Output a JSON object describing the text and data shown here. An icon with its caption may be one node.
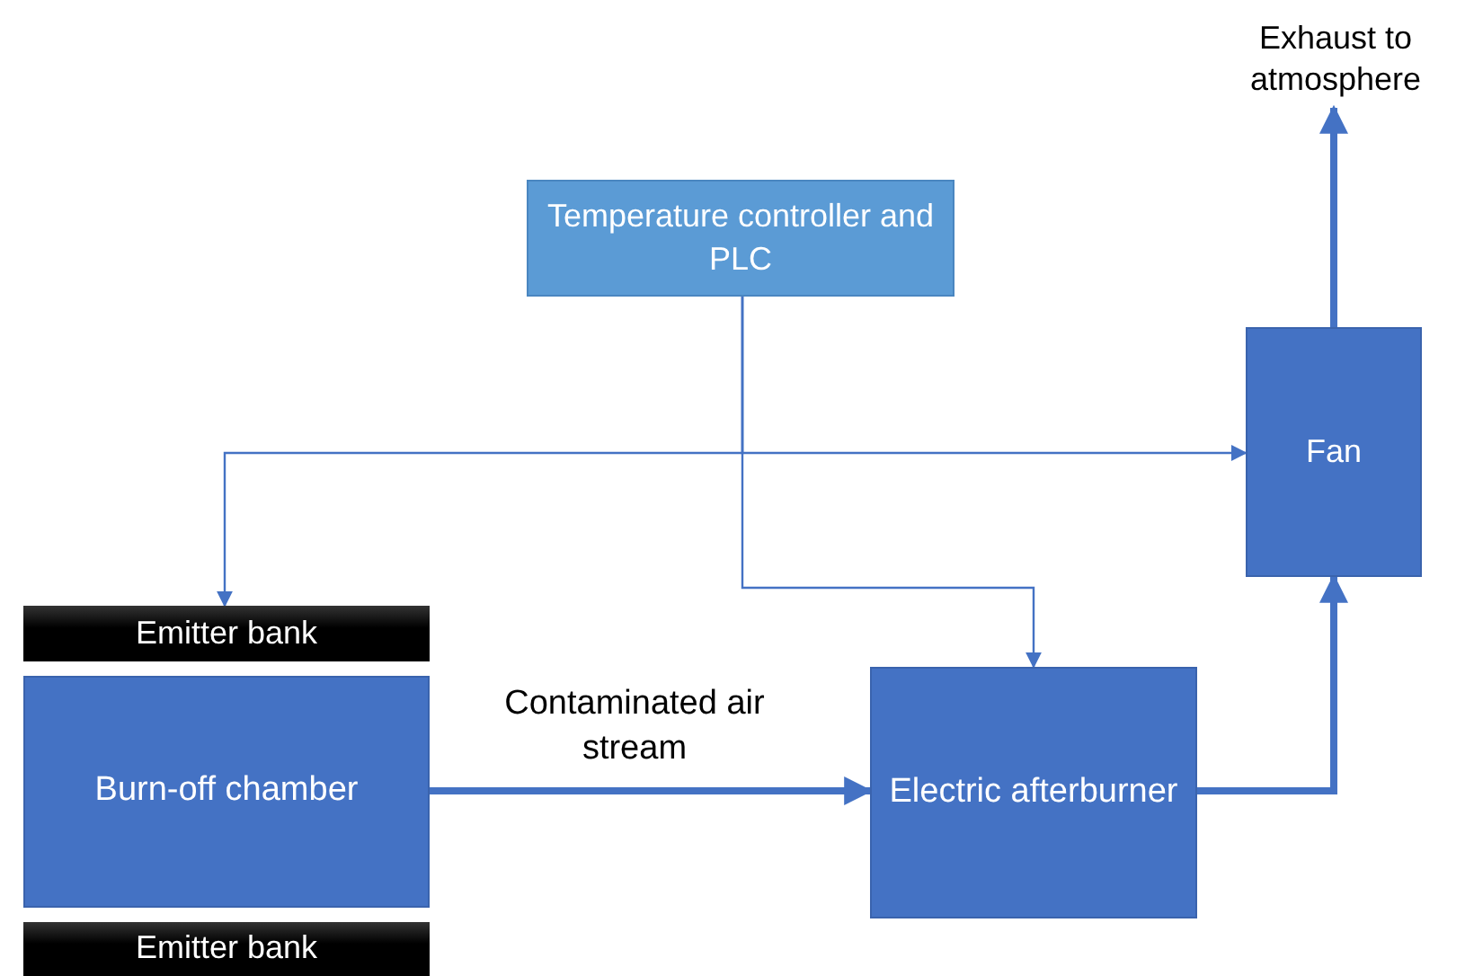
{
  "diagram": {
    "nodes": [
      {
        "text": [
          "Exhaust to atmosphere"
        ]
      },
      {
        "text": [
          "Temperature controller and PLC"
        ]
      },
      {
        "text": [
          "Fan"
        ]
      },
      {
        "text": [
          "Emitter bank"
        ]
      },
      {
        "text": [
          "Burn-off chamber"
        ]
      },
      {
        "text": [
          "Electric afterburner"
        ]
      },
      {
        "text": [
          "Emitter bank"
        ]
      }
    ],
    "edges": [
      {
        "from": 1,
        "to": 3,
        "arrow": "to"
      },
      {
        "from": 1,
        "to": 2,
        "arrow": "to"
      },
      {
        "from": 1,
        "to": 5,
        "arrow": "to"
      },
      {
        "from": 4,
        "to": 5,
        "arrow": "to",
        "label": "Contaminated air stream",
        "style": "thick"
      },
      {
        "from": 5,
        "to": 2,
        "arrow": "to",
        "style": "thick"
      },
      {
        "from": 2,
        "to": 0,
        "arrow": "to",
        "style": "thick"
      }
    ]
  }
}
